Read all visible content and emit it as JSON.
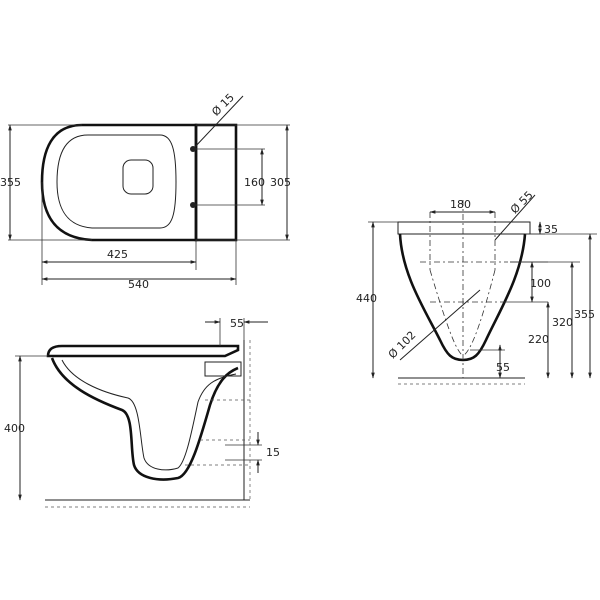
{
  "top_view": {
    "dim_hole_diameter": "Ø 15",
    "dim_total_depth": "540",
    "dim_bowl_depth": "425",
    "dim_width": "355",
    "dim_bolt_spacing": "160",
    "dim_rear_width": "305"
  },
  "side_view": {
    "dim_wall_offset": "55",
    "dim_height": "400",
    "dim_inlet": "15"
  },
  "front_view": {
    "dim_bolt_spacing": "180",
    "dim_inlet_diameter": "Ø 55",
    "dim_top_offset": "35",
    "dim_total_height": "440",
    "dim_inner_offset": "100",
    "dim_outlet_diameter": "Ø 102",
    "dim_height_320": "320",
    "dim_height_355": "355",
    "dim_height_220": "220",
    "dim_outlet_offset": "55"
  }
}
